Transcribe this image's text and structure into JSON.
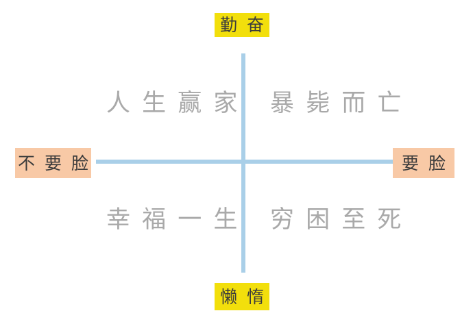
{
  "diagram": {
    "type": "2x2-quadrant-matrix",
    "axes": {
      "vertical": {
        "top_label": "勤 奋",
        "bottom_label": "懒 惰",
        "color": "#a9cfe8"
      },
      "horizontal": {
        "left_label": "不 要 脸",
        "right_label": "要 脸",
        "color": "#a9cfe8"
      }
    },
    "quadrants": [
      {
        "position": "top-left",
        "label": "人 生 赢 家"
      },
      {
        "position": "top-right",
        "label": "暴 毙 而 亡"
      },
      {
        "position": "bottom-left",
        "label": "幸 福 一 生"
      },
      {
        "position": "bottom-right",
        "label": "穷 困 至 死"
      }
    ],
    "colors": {
      "axis": "#a9cfe8",
      "quadrant_text": "#a9a9a9",
      "label_yellow_bg": "#f2df0c",
      "label_peach_bg": "#f8c9a6",
      "label_text": "#3c3c3c",
      "background": "#ffffff"
    }
  }
}
